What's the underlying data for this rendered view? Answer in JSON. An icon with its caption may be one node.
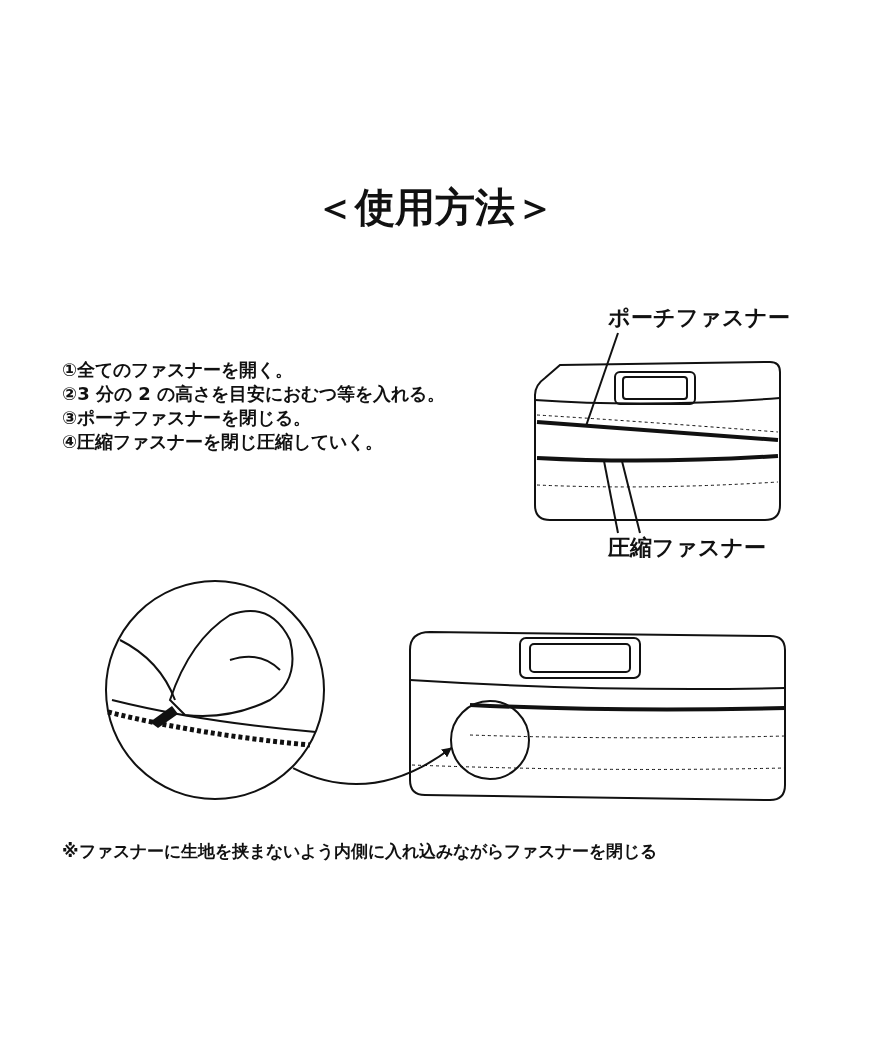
{
  "diagram": {
    "title": "＜使用方法＞",
    "nodes": [
      {
        "text": [
          "ポーチファスナー"
        ]
      },
      {
        "text": [
          "圧縮ファスナー"
        ]
      },
      {
        "text": [],
        "shape": "circle"
      },
      {
        "text": [],
        "shape": "circle"
      },
      {
        "text": [],
        "shape": "bar"
      },
      {
        "text": [],
        "shape": "bar"
      }
    ],
    "edges": [
      {
        "from": 0,
        "to": 4,
        "arrow": "none"
      },
      {
        "from": 1,
        "to": 5,
        "arrow": "none"
      },
      {
        "from": 1,
        "to": 5,
        "arrow": "none"
      },
      {
        "from": 2,
        "to": 3,
        "arrow": "to"
      }
    ],
    "labels": [
      "①全てのファスナーを開く。",
      "②3 分の 2 の高さを目安におむつ等を入れる。",
      "③ポーチファスナーを閉じる。",
      "④圧縮ファスナーを閉じ圧縮していく。",
      "※ファスナーに生地を挟まないよう内側に入れ込みながらファスナーを閉じる"
    ]
  }
}
